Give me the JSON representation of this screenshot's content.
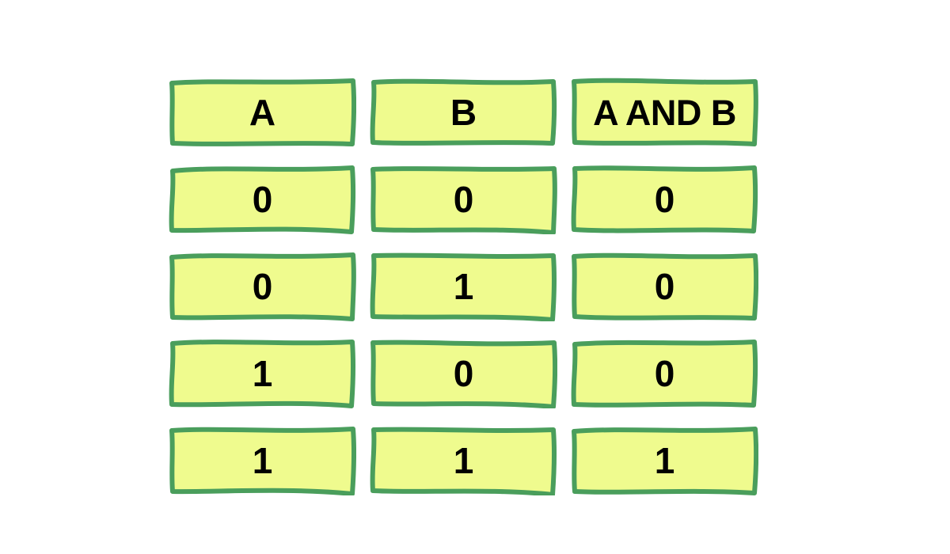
{
  "theme": {
    "background": "#ffffff",
    "box_fill": "#EFFB8E",
    "box_border": "#4A9E5C",
    "text_color": "#000000"
  },
  "chart_data": {
    "type": "table",
    "title": "",
    "columns": [
      "A",
      "B",
      "A AND B"
    ],
    "rows": [
      [
        "0",
        "0",
        "0"
      ],
      [
        "0",
        "1",
        "0"
      ],
      [
        "1",
        "0",
        "0"
      ],
      [
        "1",
        "1",
        "1"
      ]
    ]
  },
  "table": {
    "header": {
      "col_a": "A",
      "col_b": "B",
      "col_result": "A AND B"
    },
    "rows": [
      {
        "a": "0",
        "b": "0",
        "result": "0"
      },
      {
        "a": "0",
        "b": "1",
        "result": "0"
      },
      {
        "a": "1",
        "b": "0",
        "result": "0"
      },
      {
        "a": "1",
        "b": "1",
        "result": "1"
      }
    ]
  }
}
